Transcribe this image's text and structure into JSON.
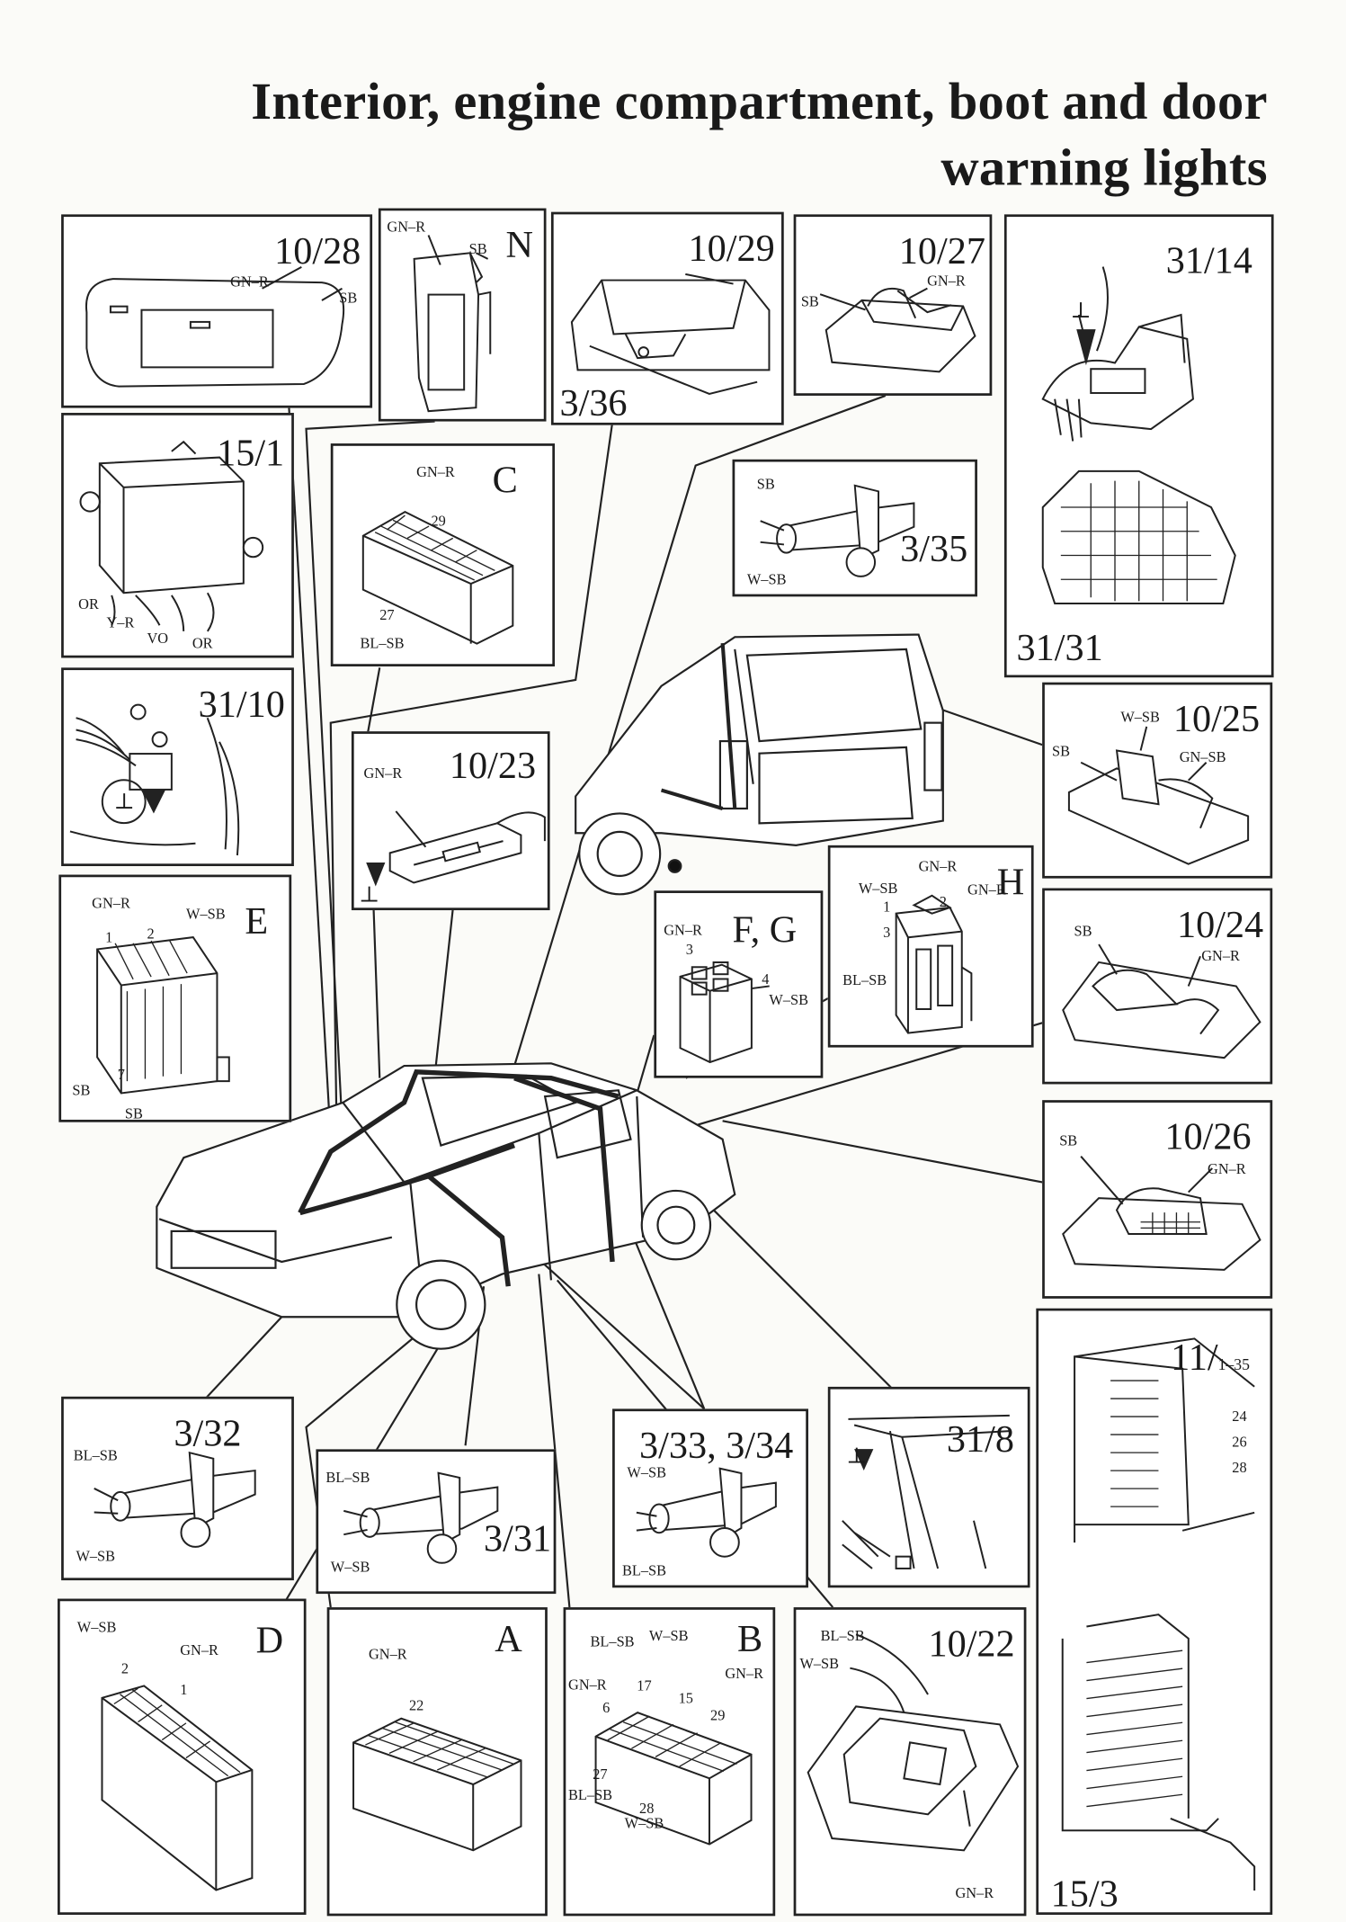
{
  "title": {
    "line1": "Interior, engine compartment, boot and door",
    "line2": "warning lights"
  },
  "panels": {
    "p1028": {
      "ref": "10/28",
      "labels": [
        "GN–R",
        "SB"
      ]
    },
    "pN": {
      "ref": "N",
      "labels": [
        "GN–R",
        "SB"
      ]
    },
    "p1029": {
      "ref": "10/29",
      "ref2": "3/36"
    },
    "p1027": {
      "ref": "10/27",
      "labels": [
        "SB",
        "GN–R"
      ]
    },
    "p3114": {
      "ref": "31/14",
      "ref2": "31/31",
      "ground": "⊥"
    },
    "p151": {
      "ref": "15/1",
      "labels": [
        "OR",
        "Y–R",
        "VO",
        "OR"
      ]
    },
    "pC": {
      "ref": "C",
      "labels": [
        "GN–R",
        "BL–SB"
      ],
      "pins": [
        "29",
        "27"
      ]
    },
    "p335": {
      "ref": "3/35",
      "labels": [
        "SB",
        "W–SB"
      ]
    },
    "p3110": {
      "ref": "31/10",
      "ground": "⊥"
    },
    "p1023": {
      "ref": "10/23",
      "labels": [
        "GN–R"
      ],
      "ground": "⊥"
    },
    "p1025": {
      "ref": "10/25",
      "labels": [
        "W–SB",
        "SB",
        "GN–SB"
      ]
    },
    "pE": {
      "ref": "E",
      "labels": [
        "GN–R",
        "W–SB",
        "SB",
        "SB"
      ],
      "pins": [
        "1",
        "2",
        "7"
      ]
    },
    "pFG": {
      "ref": "F, G",
      "labels": [
        "GN–R",
        "W–SB"
      ],
      "pins": [
        "3",
        "4"
      ]
    },
    "pH": {
      "ref": "H",
      "labels": [
        "GN–R",
        "W–SB",
        "GN–R",
        "BL–SB"
      ],
      "pins": [
        "1",
        "2",
        "3"
      ]
    },
    "p1024": {
      "ref": "10/24",
      "labels": [
        "SB",
        "GN–R"
      ]
    },
    "p1026": {
      "ref": "10/26",
      "labels": [
        "SB",
        "GN–R"
      ]
    },
    "p11": {
      "ref": "11/",
      "ref_sub": "1–35",
      "ref2": "15/3",
      "pins": [
        "24",
        "26",
        "28"
      ]
    },
    "p332": {
      "ref": "3/32",
      "labels": [
        "BL–SB",
        "W–SB"
      ]
    },
    "p331": {
      "ref": "3/31",
      "labels": [
        "BL–SB",
        "W–SB"
      ]
    },
    "p333": {
      "ref": "3/33, 3/34",
      "labels": [
        "W–SB",
        "BL–SB"
      ]
    },
    "p318": {
      "ref": "31/8",
      "ground": "⊥"
    },
    "pD": {
      "ref": "D",
      "labels": [
        "W–SB",
        "GN–R"
      ],
      "pins": [
        "2",
        "1"
      ]
    },
    "pA": {
      "ref": "A",
      "labels": [
        "GN–R"
      ],
      "pins": [
        "22"
      ]
    },
    "pB": {
      "ref": "B",
      "labels": [
        "BL–SB",
        "W–SB",
        "GN–R",
        "GN–R",
        "BL–SB",
        "W–SB"
      ],
      "pins": [
        "17",
        "15",
        "29",
        "6",
        "27",
        "28"
      ]
    },
    "p1022": {
      "ref": "10/22",
      "labels": [
        "BL–SB",
        "W–SB",
        "GN–R"
      ]
    }
  }
}
